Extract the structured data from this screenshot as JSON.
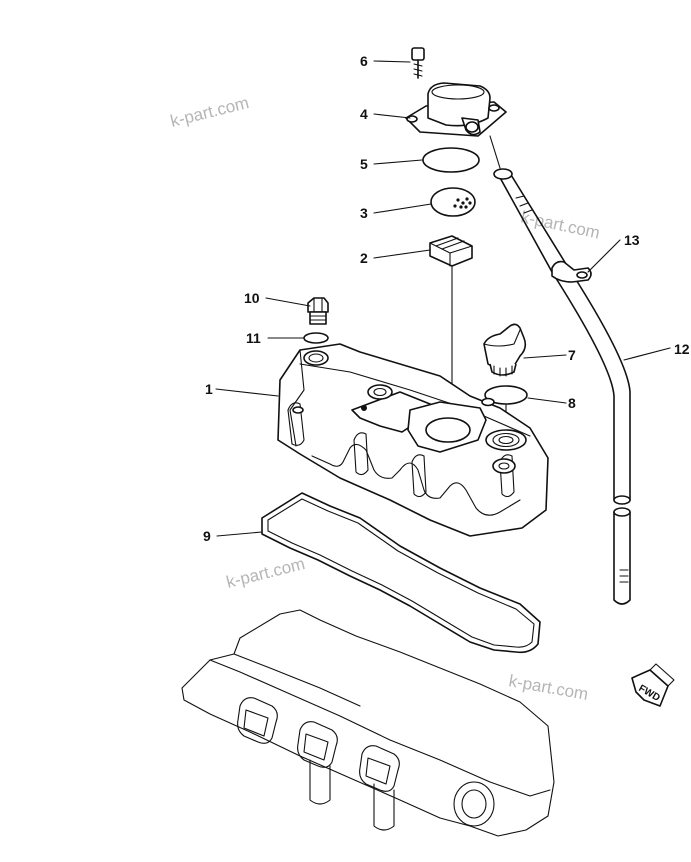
{
  "watermark_text": "k-part.com",
  "fwd_label": "FWD",
  "callouts": {
    "c1": "1",
    "c2": "2",
    "c3": "3",
    "c4": "4",
    "c5": "5",
    "c6": "6",
    "c7": "7",
    "c8": "8",
    "c9": "9",
    "c10": "10",
    "c11": "11",
    "c12": "12",
    "c13": "13"
  },
  "parts": [
    {
      "callout": "1",
      "part": "head-cover"
    },
    {
      "callout": "2",
      "part": "element"
    },
    {
      "callout": "3",
      "part": "baffle-plate"
    },
    {
      "callout": "4",
      "part": "breather-cover"
    },
    {
      "callout": "5",
      "part": "o-ring"
    },
    {
      "callout": "6",
      "part": "bolt"
    },
    {
      "callout": "7",
      "part": "oil-filler-cap"
    },
    {
      "callout": "8",
      "part": "o-ring"
    },
    {
      "callout": "9",
      "part": "gasket"
    },
    {
      "callout": "10",
      "part": "plug"
    },
    {
      "callout": "11",
      "part": "o-ring"
    },
    {
      "callout": "12",
      "part": "breather-hose"
    },
    {
      "callout": "13",
      "part": "clamp"
    }
  ]
}
